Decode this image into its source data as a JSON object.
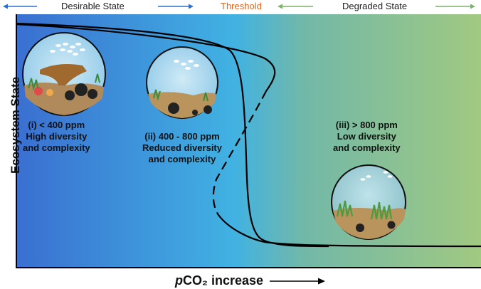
{
  "header": {
    "desirable": "Desirable State",
    "threshold": "Threshold",
    "degraded": "Degraded State"
  },
  "axes": {
    "y_label": "Ecosystem State",
    "x_label_italic": "p",
    "x_label_rest": "CO₂ increase"
  },
  "states": [
    {
      "line1": "(i)   < 400 ppm",
      "line2": "High diversity",
      "line3": "and complexity"
    },
    {
      "line1": "(ii)   400 - 800 ppm",
      "line2": "Reduced diversity",
      "line3": "and complexity"
    },
    {
      "line1": "(iii)   > 800 ppm",
      "line2": "Low diversity",
      "line3": "and complexity"
    }
  ],
  "colors": {
    "gradient_left": "#3a6fd1",
    "gradient_mid": "#3fb0e0",
    "gradient_right": "#9cc77f",
    "blue_arrow": "#2c6fd6",
    "green_arrow": "#7bb36a",
    "threshold": "#e8651d"
  },
  "icons": [
    "left-arrow-icon",
    "right-arrow-icon",
    "reef-scene-icon"
  ]
}
